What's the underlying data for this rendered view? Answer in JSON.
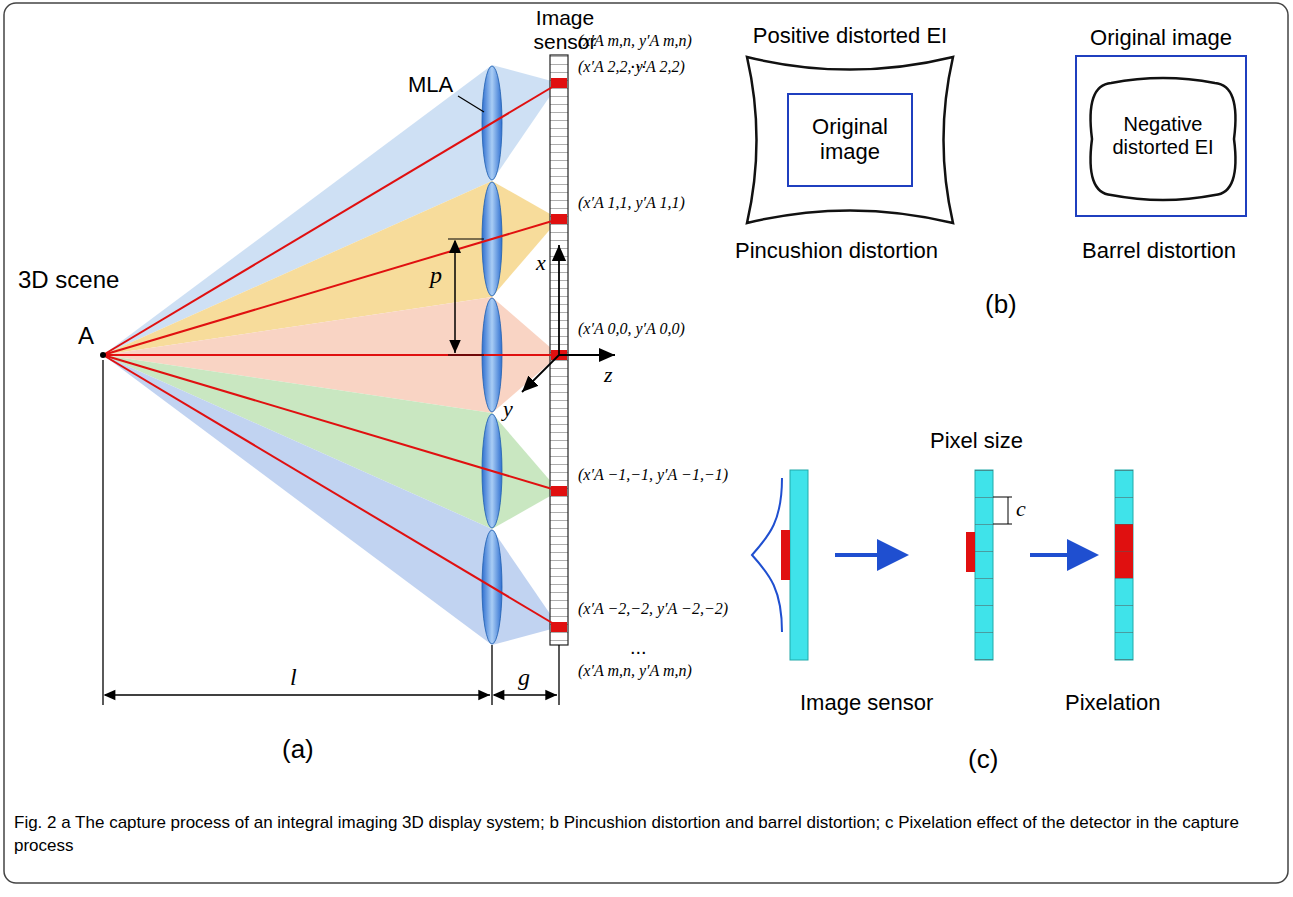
{
  "diagram": {
    "caption": "Fig. 2 a The capture process of an integral imaging 3D display system; b Pincushion distortion and barrel distortion; c Pixelation effect of the detector in the capture process",
    "nodes": [
      {
        "text": [
          "Positive distorted EI"
        ]
      },
      {
        "text": [
          "Original image"
        ],
        "in": 0
      },
      {
        "text": [
          "Original image"
        ]
      },
      {
        "text": [
          "Negative distorted EI"
        ],
        "in": 2
      }
    ],
    "labels": [
      "Image sensor",
      "(x′A m,n, y′A m,n)",
      "...",
      "MLA",
      "(x′A 2,2, y′A 2,2)",
      "(x′A 1,1, y′A 1,1)",
      "p",
      "3D scene",
      "A",
      "x",
      "(x′A 0,0, y′A 0,0)",
      "z",
      "y",
      "(x′A −1,−1, y′A −1,−1)",
      "(x′A −2,−2, y′A −2,−2)",
      "...",
      "(x′A m,n, y′A m,n)",
      "l",
      "g",
      "(a)",
      "Pincushion distortion",
      "Barrel distortion",
      "(b)",
      "Pixel size",
      "c",
      "Image sensor",
      "Pixelation",
      "(c)"
    ]
  }
}
